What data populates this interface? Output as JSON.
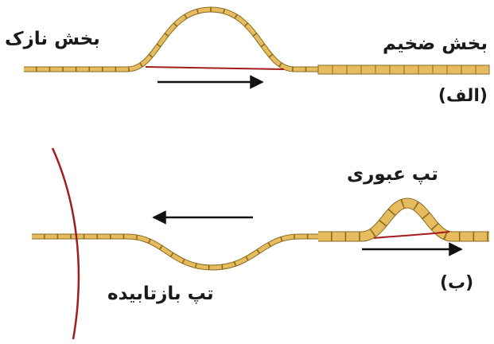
{
  "panel_a": {
    "tag": "(الف)",
    "thin_label": "بخش نازک",
    "thick_label": "بخش ضخیم"
  },
  "panel_b": {
    "tag": "(ب)",
    "transmitted_label": "تپ عبوری",
    "reflected_label": "تپ بازتابیده"
  },
  "colors": {
    "rope_fill": "#e6bc5f",
    "rope_stroke": "#8a6a22",
    "pulse_line": "#a31c1c",
    "arrow": "#111111"
  }
}
